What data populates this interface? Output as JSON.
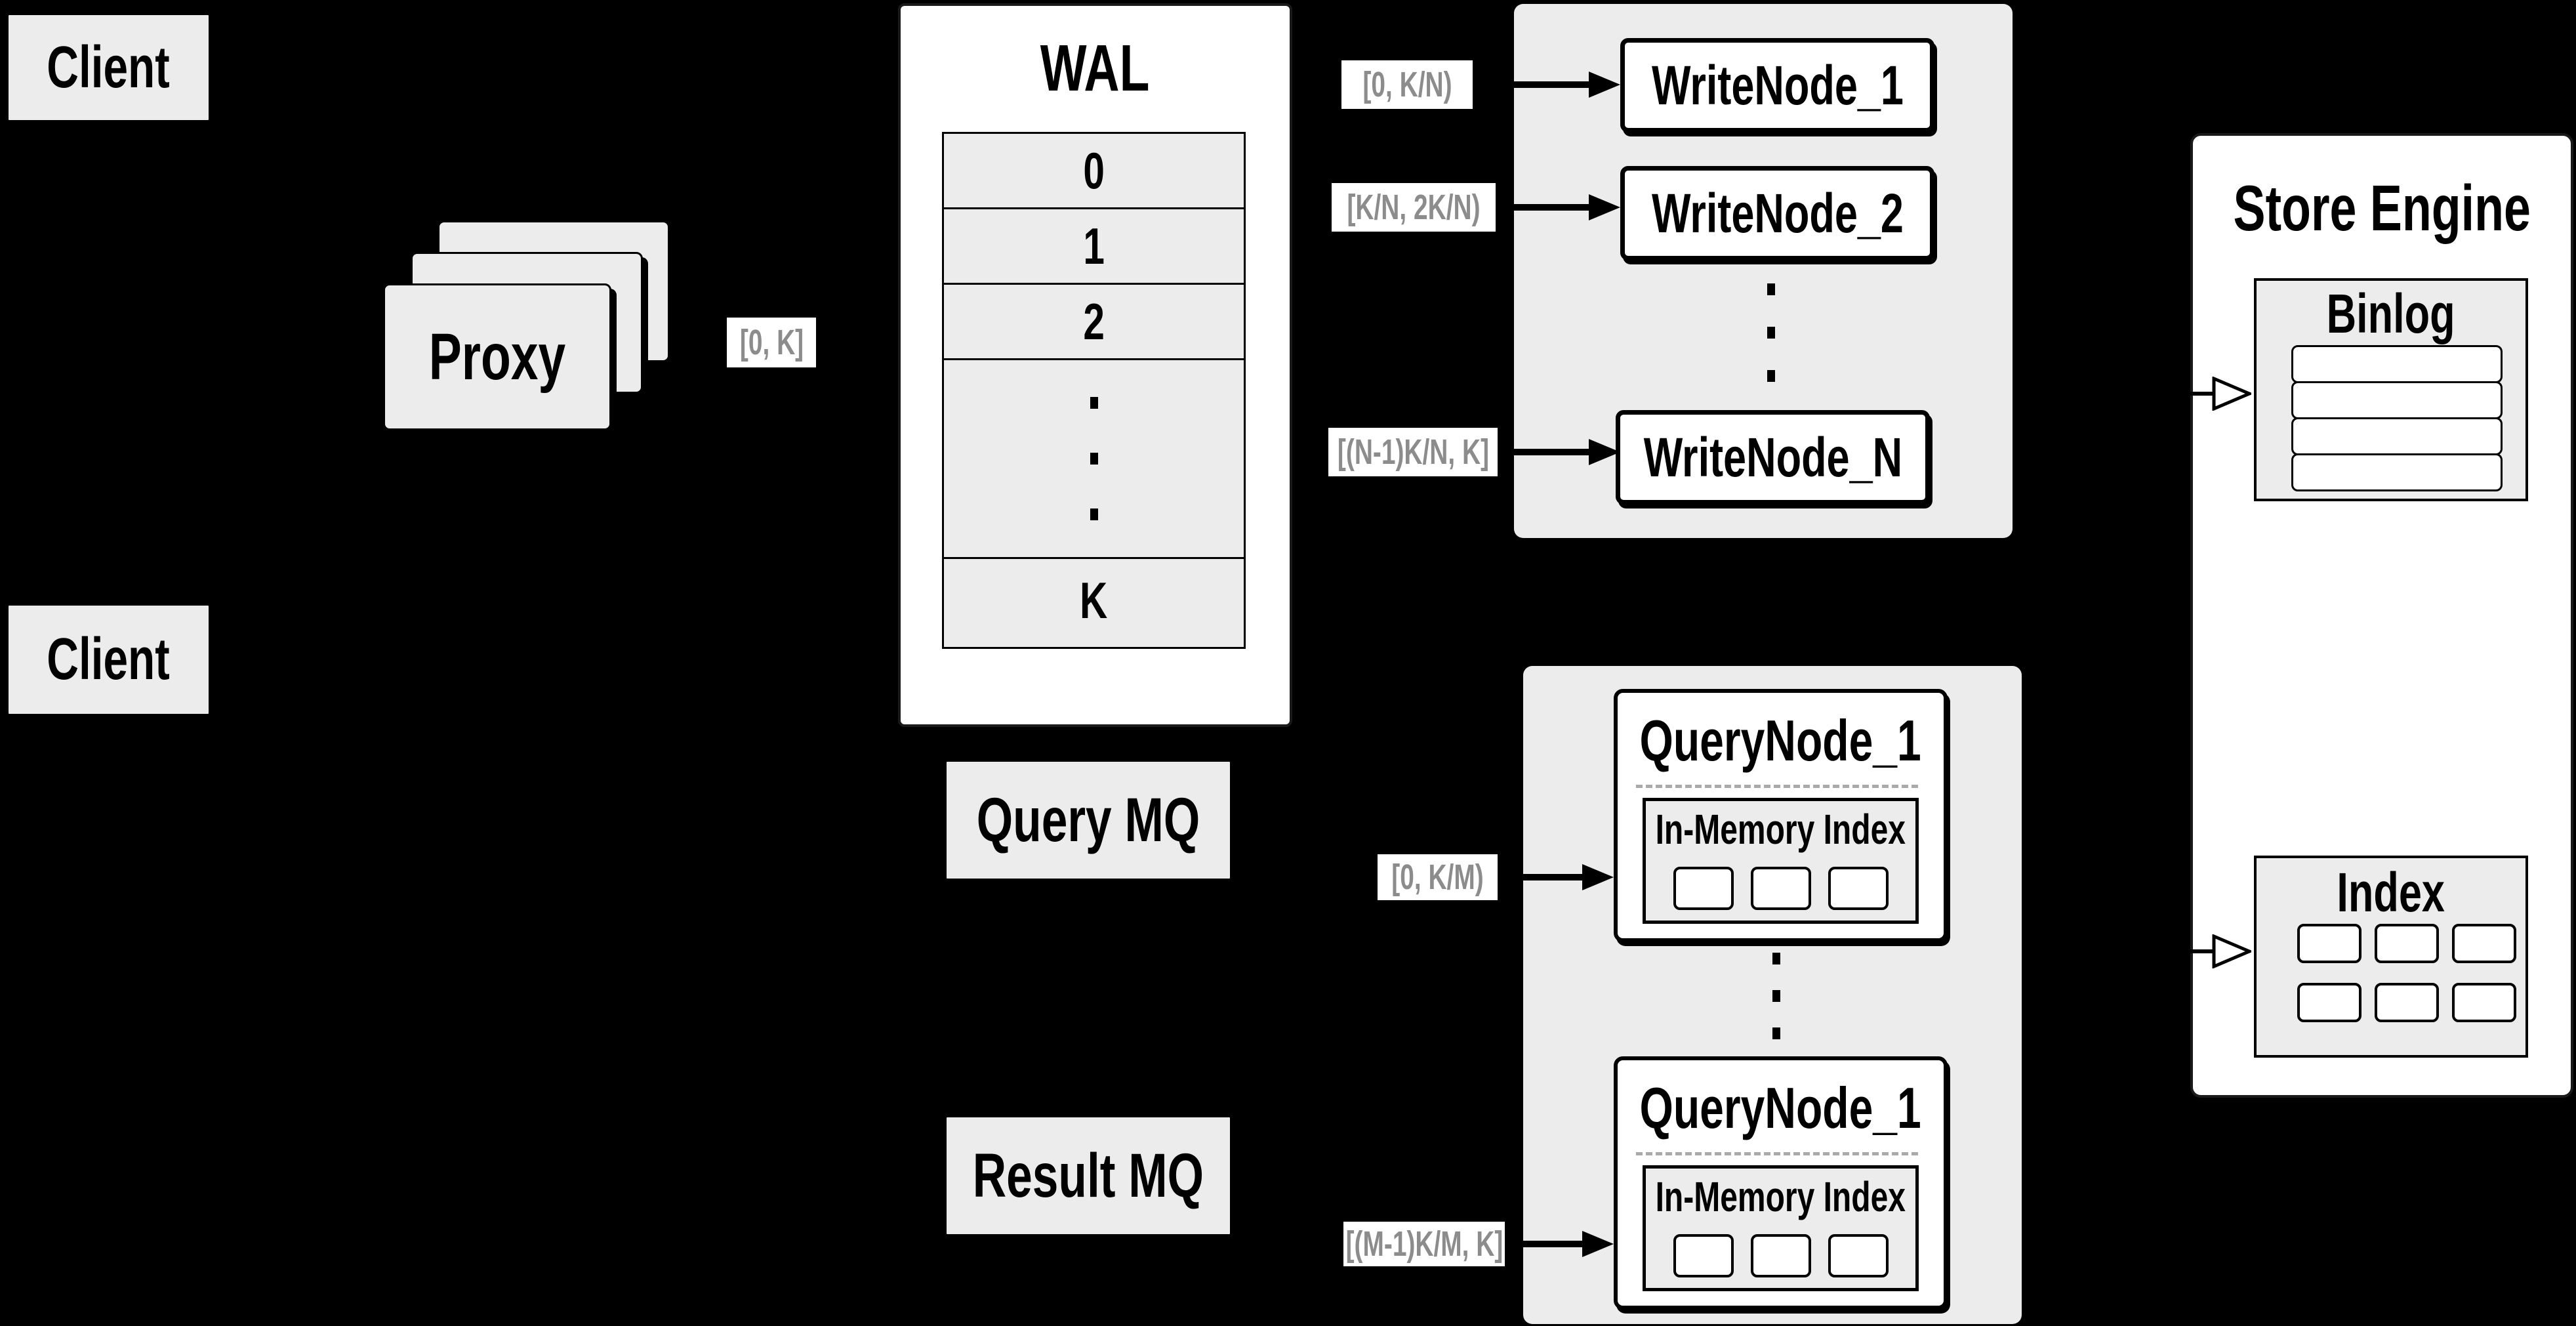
{
  "colors": {
    "background": "#000000",
    "panel_fill": "#ffffff",
    "box_fill": "#ececec",
    "border": "#000000",
    "range_label_text": "#8c8c8c",
    "dashed_divider": "#aaaaaa"
  },
  "nodes": {
    "client_top": "Client",
    "client_bottom": "Client",
    "proxy": "Proxy",
    "query_mq": "Query MQ",
    "result_mq": "Result MQ"
  },
  "wal": {
    "title": "WAL",
    "rows": [
      "0",
      "1",
      "2",
      "K"
    ]
  },
  "write_group": {
    "node_1": "WriteNode_1",
    "node_2": "WriteNode_2",
    "node_n": "WriteNode_N"
  },
  "query_group": {
    "node_top_title": "QueryNode_1",
    "node_bottom_title": "QueryNode_1",
    "in_memory_top": "In-Memory Index",
    "in_memory_bottom": "In-Memory Index"
  },
  "store_engine": {
    "title": "Store Engine",
    "binlog_title": "Binlog",
    "index_title": "Index"
  },
  "range_labels": {
    "proxy_to_wal": "[0, K]",
    "wal_to_write_1": "[0, K/N)",
    "wal_to_write_2": "[K/N, 2K/N)",
    "wal_to_write_n": "[(N-1)K/N, K]",
    "mq_to_query_1": "[0, K/M)",
    "mq_to_query_m": "[(M-1)K/M, K]"
  }
}
